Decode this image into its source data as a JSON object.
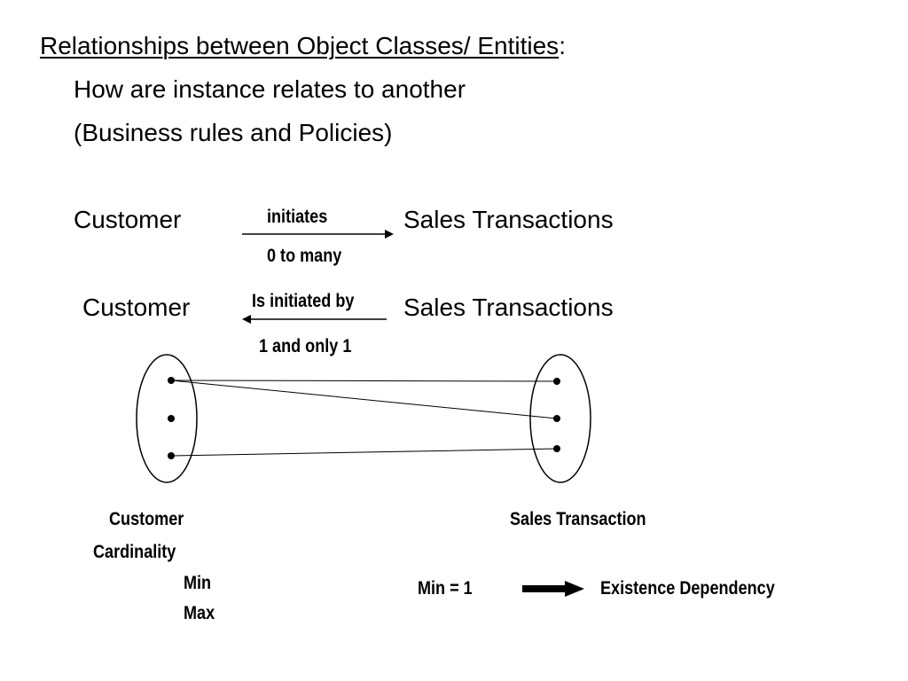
{
  "heading": {
    "title": "Relationships between Object Classes/ Entities",
    "title_suffix": ":",
    "line1": "How are instance relates to another",
    "line2": "(Business rules and Policies)"
  },
  "relationship_forward": {
    "left_entity": "Customer",
    "verb": "initiates",
    "cardinality": "0 to many",
    "right_entity": "Sales Transactions"
  },
  "relationship_reverse": {
    "left_entity": "Customer",
    "verb": "Is initiated by",
    "cardinality": "1 and only 1",
    "right_entity": "Sales Transactions"
  },
  "set_diagram": {
    "left_label": "Customer",
    "right_label": "Sales Transaction"
  },
  "cardinality": {
    "heading": "Cardinality",
    "min_label": "Min",
    "max_label": "Max"
  },
  "dependency": {
    "rule": "Min = 1",
    "result": "Existence Dependency"
  }
}
